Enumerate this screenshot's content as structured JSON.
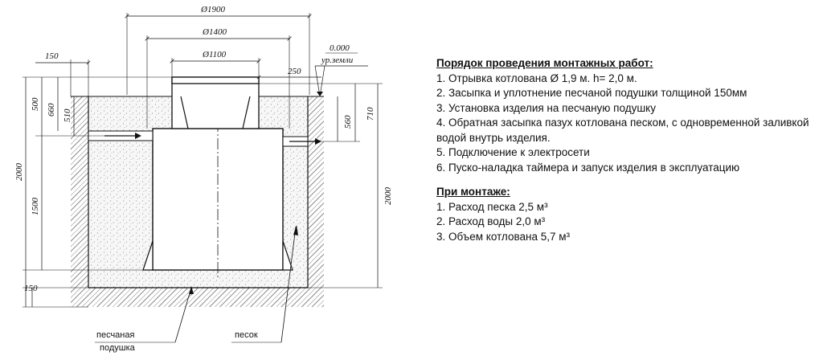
{
  "drawing": {
    "dim_outer": "Ø1900",
    "dim_mid": "Ø1400",
    "dim_inner": "Ø1100",
    "level_value": "0.000",
    "level_label": "ур.земли",
    "d150_top": "150",
    "d250": "250",
    "d500": "500",
    "d660": "660",
    "d510": "510",
    "d2000_left": "2000",
    "d1500": "1500",
    "d150_bottom": "150",
    "d560": "560",
    "d710": "710",
    "d2000_right": "2000",
    "label_sand_cushion_1": "песчаная",
    "label_sand_cushion_2": "подушка",
    "label_sand": "песок"
  },
  "instructions": {
    "title": "Порядок проведения монтажных работ:",
    "steps": [
      "1. Отрывка котлована Ø 1,9 м. h= 2,0 м.",
      "2. Засыпка и уплотнение песчаной подушки толщиной 150мм",
      "3. Установка изделия на песчаную подушку",
      "4. Обратная засыпка пазух котлована песком, с одновременной заливкой водой внутрь изделия.",
      "5. Подключение к электросети",
      "6. Пуско-наладка таймера и запуск изделия в эксплуатацию"
    ]
  },
  "install": {
    "title": "При монтаже:",
    "items": [
      "1. Расход песка 2,5 м³",
      "2. Расход воды 2,0 м³",
      "3. Объем котлована 5,7 м³"
    ]
  }
}
